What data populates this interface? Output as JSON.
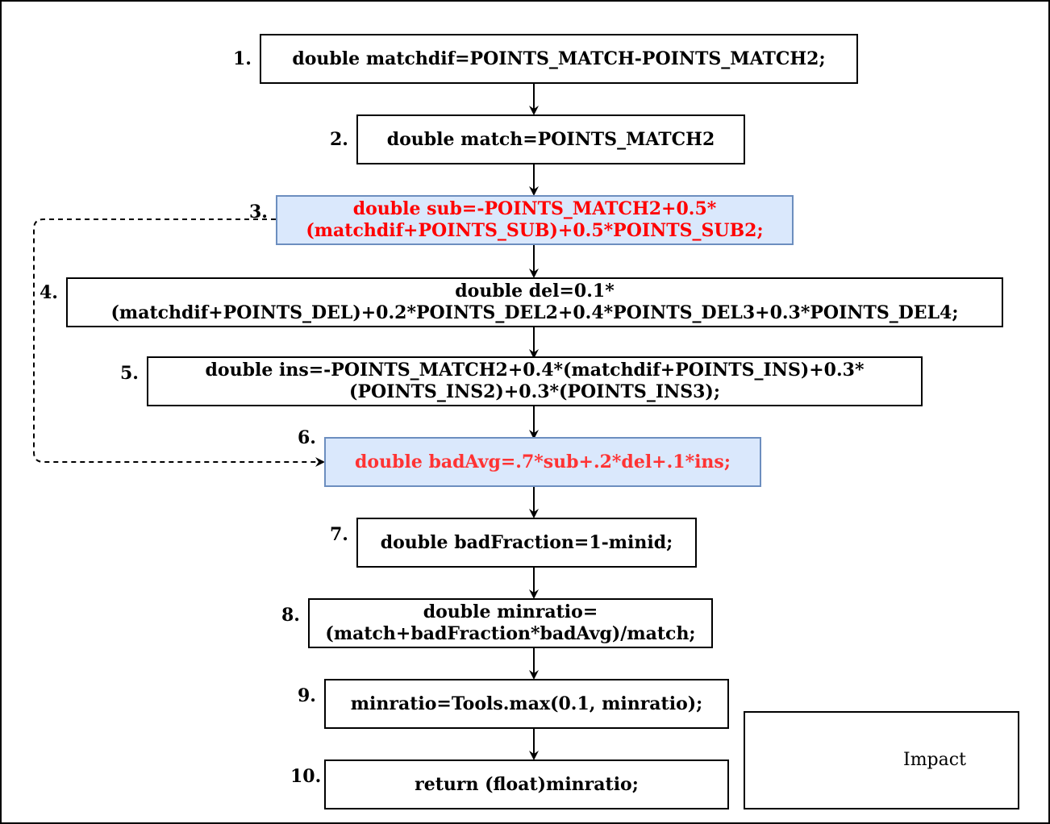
{
  "nodes": [
    {
      "id": "n1",
      "number": "1.",
      "lines": [
        "double matchdif=POINTS_MATCH-POINTS_MATCH2;"
      ],
      "highlight": false,
      "text_color": "#000000"
    },
    {
      "id": "n2",
      "number": "2.",
      "lines": [
        "double match=POINTS_MATCH2"
      ],
      "highlight": false,
      "text_color": "#000000"
    },
    {
      "id": "n3",
      "number": "3.",
      "lines": [
        "double sub=-POINTS_MATCH2+0.5*",
        "(matchdif+POINTS_SUB)+0.5*POINTS_SUB2;"
      ],
      "highlight": true,
      "text_color": "#ff0000"
    },
    {
      "id": "n4",
      "number": "4.",
      "lines": [
        "double del=0.1*",
        "(matchdif+POINTS_DEL)+0.2*POINTS_DEL2+0.4*POINTS_DEL3+0.3*POINTS_DEL4;"
      ],
      "highlight": false,
      "text_color": "#000000"
    },
    {
      "id": "n5",
      "number": "5.",
      "lines": [
        "double ins=-POINTS_MATCH2+0.4*(matchdif+POINTS_INS)+0.3*",
        "(POINTS_INS2)+0.3*(POINTS_INS3);"
      ],
      "highlight": false,
      "text_color": "#000000"
    },
    {
      "id": "n6",
      "number": "6.",
      "lines": [
        "double badAvg=.7*sub+.2*del+.1*ins;"
      ],
      "highlight": true,
      "text_color": "#ff3333"
    },
    {
      "id": "n7",
      "number": "7.",
      "lines": [
        "double badFraction=1-minid;"
      ],
      "highlight": false,
      "text_color": "#000000"
    },
    {
      "id": "n8",
      "number": "8.",
      "lines": [
        "double minratio=",
        "(match+badFraction*badAvg)/match;"
      ],
      "highlight": false,
      "text_color": "#000000"
    },
    {
      "id": "n9",
      "number": "9.",
      "lines": [
        "minratio=Tools.max(0.1, minratio);"
      ],
      "highlight": false,
      "text_color": "#000000"
    },
    {
      "id": "n10",
      "number": "10.",
      "lines": [
        "return (float)minratio;"
      ],
      "highlight": false,
      "text_color": "#000000"
    }
  ],
  "edges": [
    {
      "from": "n1",
      "to": "n2",
      "style": "solid"
    },
    {
      "from": "n2",
      "to": "n3",
      "style": "solid"
    },
    {
      "from": "n3",
      "to": "n4",
      "style": "solid"
    },
    {
      "from": "n4",
      "to": "n5",
      "style": "solid"
    },
    {
      "from": "n5",
      "to": "n6",
      "style": "solid"
    },
    {
      "from": "n6",
      "to": "n7",
      "style": "solid"
    },
    {
      "from": "n7",
      "to": "n8",
      "style": "solid"
    },
    {
      "from": "n8",
      "to": "n9",
      "style": "solid"
    },
    {
      "from": "n9",
      "to": "n10",
      "style": "solid"
    },
    {
      "from": "n3",
      "to": "n6",
      "style": "dashed"
    }
  ],
  "legend": {
    "label": "Impact",
    "line_style": "dashed"
  },
  "colors": {
    "highlight_fill": "#dae8fc",
    "highlight_border": "#6c8ebf",
    "red_text": "#ff0000"
  }
}
